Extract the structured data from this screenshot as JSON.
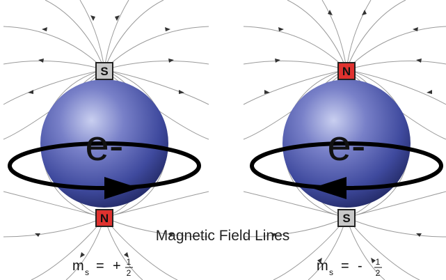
{
  "left": {
    "top_pole": "S",
    "bottom_pole": "N",
    "particle": "e-",
    "ms_symbol": "m",
    "ms_subscript": "s",
    "ms_equals": "=",
    "ms_sign": "+",
    "ms_num": "1",
    "ms_den": "2"
  },
  "right": {
    "top_pole": "N",
    "bottom_pole": "S",
    "particle": "e-",
    "ms_symbol": "m",
    "ms_subscript": "s",
    "ms_equals": "=",
    "ms_sign": "-",
    "ms_num": "1",
    "ms_den": "2"
  },
  "caption": "Magnetic Field Lines",
  "colors": {
    "north_pole": "#e0322f",
    "south_pole": "#c8c8c8",
    "sphere": "#3f4a9e",
    "field_line": "#9a9a9a"
  }
}
